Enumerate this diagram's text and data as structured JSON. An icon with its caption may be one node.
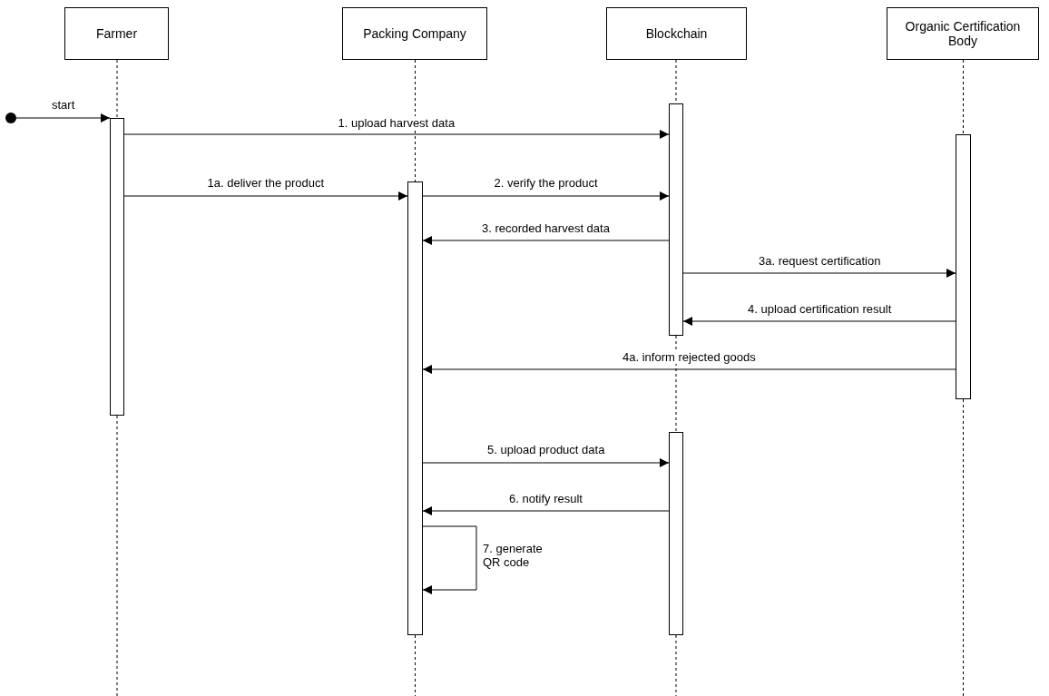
{
  "diagram": {
    "nodes": [
      {
        "text": [
          "Farmer"
        ]
      },
      {
        "text": [
          "Packing Company"
        ]
      },
      {
        "text": [
          "Blockchain"
        ]
      },
      {
        "text": [
          "Organic Certification Body"
        ]
      },
      {
        "text": [],
        "shape": "circle"
      },
      {
        "text": [],
        "shape": "bar"
      },
      {
        "text": [],
        "shape": "bar"
      },
      {
        "text": [],
        "shape": "bar"
      },
      {
        "text": [],
        "shape": "bar"
      },
      {
        "text": [],
        "shape": "bar"
      }
    ],
    "edges": [
      {
        "from": 4,
        "to": 5,
        "arrow": "to",
        "label": "start"
      },
      {
        "from": 5,
        "to": 7,
        "arrow": "to",
        "label": "1. upload harvest data"
      },
      {
        "from": 5,
        "to": 6,
        "arrow": "to",
        "label": "1a. deliver the product"
      },
      {
        "from": 6,
        "to": 7,
        "arrow": "to",
        "label": "2. verify the product"
      },
      {
        "from": 7,
        "to": 6,
        "arrow": "to",
        "label": "3. recorded harvest data"
      },
      {
        "from": 7,
        "to": 9,
        "arrow": "to",
        "label": "3a. request certification"
      },
      {
        "from": 9,
        "to": 7,
        "arrow": "to",
        "label": "4. upload certification result"
      },
      {
        "from": 9,
        "to": 6,
        "arrow": "to",
        "label": "4a. inform rejected goods"
      },
      {
        "from": 6,
        "to": 8,
        "arrow": "to",
        "label": "5. upload product data"
      },
      {
        "from": 8,
        "to": 6,
        "arrow": "to",
        "label": "6. notify result"
      },
      {
        "from": 6,
        "to": 6,
        "arrow": "to",
        "label": "7. generate QR code"
      },
      {
        "from": 0,
        "to": 5,
        "arrow": "none",
        "style": "dashed"
      },
      {
        "from": 5,
        "to": null,
        "arrow": "none",
        "style": "dashed"
      },
      {
        "from": 1,
        "to": 6,
        "arrow": "none",
        "style": "dashed"
      },
      {
        "from": 6,
        "to": null,
        "arrow": "none",
        "style": "dashed"
      },
      {
        "from": 2,
        "to": 7,
        "arrow": "none",
        "style": "dashed"
      },
      {
        "from": 7,
        "to": 8,
        "arrow": "none",
        "style": "dashed"
      },
      {
        "from": 8,
        "to": null,
        "arrow": "none",
        "style": "dashed"
      },
      {
        "from": 3,
        "to": 9,
        "arrow": "none",
        "style": "dashed"
      },
      {
        "from": 9,
        "to": null,
        "arrow": "none",
        "style": "dashed"
      }
    ]
  }
}
